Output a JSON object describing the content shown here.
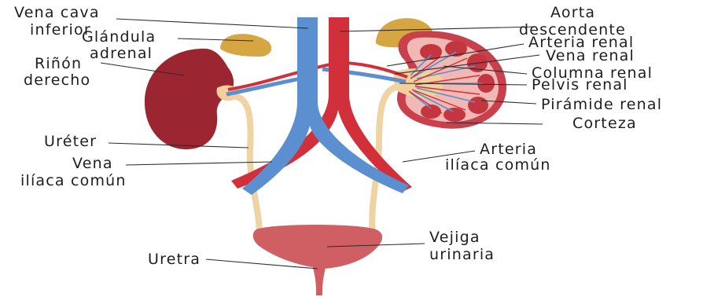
{
  "labels": {
    "vena_cava_inferior": [
      "Vena cava",
      "inferior"
    ],
    "glandula_adrenal": [
      "Glándula",
      "adrenal"
    ],
    "rinon_derecho": [
      "Riñón",
      "derecho"
    ],
    "ureter": "Uréter",
    "vena_iliaca_comun": [
      "Vena",
      "ilíaca común"
    ],
    "uretra": "Uretra",
    "aorta_descendente": [
      "Aorta",
      "descendente"
    ],
    "arteria_renal": "Arteria renal",
    "vena_renal": "Vena renal",
    "columna_renal": "Columna renal",
    "pelvis_renal": "Pelvis renal",
    "piramide_renal": "Pirámide renal",
    "corteza": "Corteza",
    "arteria_iliaca_comun": [
      "Arteria",
      "ilíaca común"
    ],
    "vejiga_urinaria": [
      "Vejiga",
      "urinaria"
    ]
  },
  "colors": {
    "kidney_dark": "#9b2530",
    "kidney_section": "#c7404c",
    "cortex": "#f2b8b4",
    "pyramid": "#c3363f",
    "pelvis": "#f4cf9a",
    "adrenal": "#d6a642",
    "artery": "#d1303a",
    "vein": "#5b8fd0",
    "ureter": "#f0d3a3",
    "bladder": "#cf5f63"
  }
}
